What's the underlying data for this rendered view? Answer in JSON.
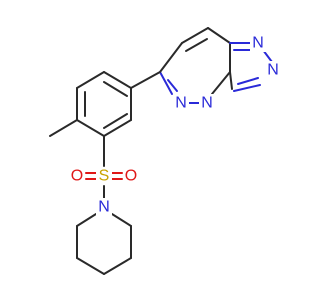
{
  "molecule": {
    "atoms": {
      "n1": "N",
      "n2": "N",
      "n3": "N",
      "n4": "N",
      "n5": "N",
      "s1": "S",
      "o1": "O",
      "o2": "O"
    },
    "colors": {
      "bond": "#2a2a2a",
      "nitrogen": "#2a2ad8",
      "oxygen": "#e01818",
      "sulfur": "#c8a400",
      "background": "#ffffff"
    }
  }
}
